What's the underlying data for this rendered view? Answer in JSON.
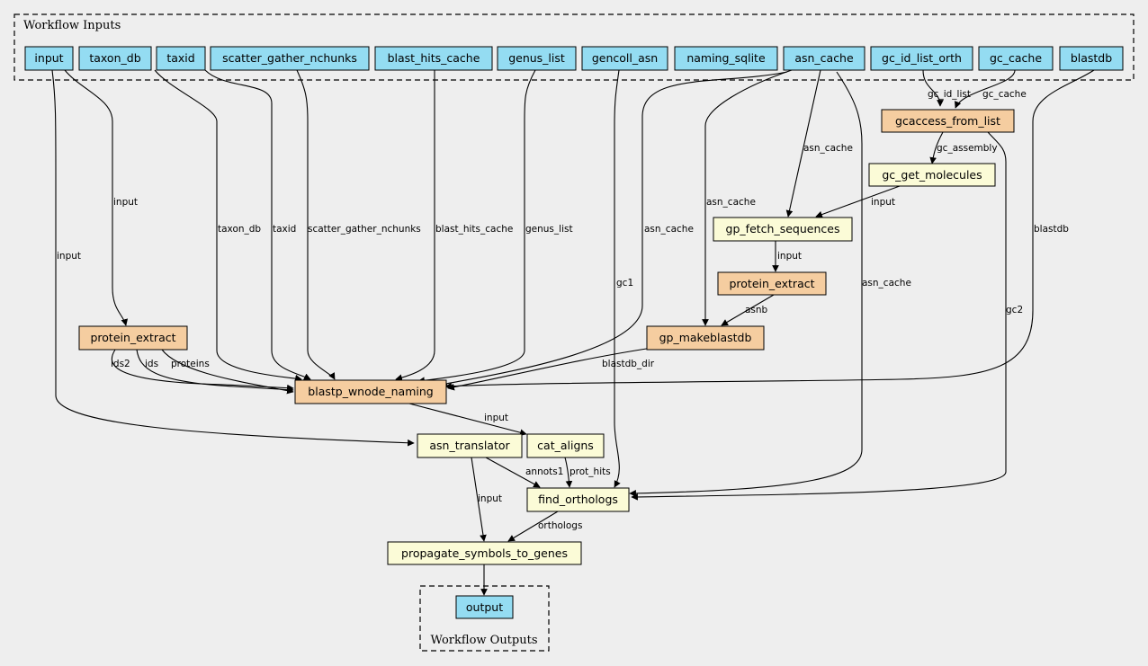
{
  "groups": {
    "inputs_title": "Workflow Inputs",
    "outputs_title": "Workflow Outputs"
  },
  "colors": {
    "input_node": "#94dcf2",
    "process_node": "#f5cda0",
    "workflow_node": "#fbfbd7",
    "background": "#eeeeee"
  },
  "nodes": {
    "input": "input",
    "taxon_db": "taxon_db",
    "taxid": "taxid",
    "scatter_gather_nchunks": "scatter_gather_nchunks",
    "blast_hits_cache": "blast_hits_cache",
    "genus_list": "genus_list",
    "gencoll_asn": "gencoll_asn",
    "naming_sqlite": "naming_sqlite",
    "asn_cache": "asn_cache",
    "gc_id_list_orth": "gc_id_list_orth",
    "gc_cache": "gc_cache",
    "blastdb": "blastdb",
    "gcaccess_from_list": "gcaccess_from_list",
    "gc_get_molecules": "gc_get_molecules",
    "gp_fetch_sequences": "gp_fetch_sequences",
    "protein_extract_1": "protein_extract",
    "protein_extract_2": "protein_extract",
    "gp_makeblastdb": "gp_makeblastdb",
    "blastp_wnode_naming": "blastp_wnode_naming",
    "asn_translator": "asn_translator",
    "cat_aligns": "cat_aligns",
    "find_orthologs": "find_orthologs",
    "propagate_symbols_to_genes": "propagate_symbols_to_genes",
    "output": "output"
  },
  "edge_labels": {
    "gc_id_list": "gc_id_list",
    "gc_cache": "gc_cache",
    "gc_assembly": "gc_assembly",
    "asn_cache_fetch": "asn_cache",
    "input_fetch": "input",
    "input_pe": "input",
    "asn_cache_mkdb": "asn_cache",
    "taxon_db": "taxon_db",
    "taxid": "taxid",
    "scatter_gather_nchunks": "scatter_gather_nchunks",
    "blast_hits_cache": "blast_hits_cache",
    "genus_list": "genus_list",
    "asn_cache_bp": "asn_cache",
    "blastdb": "blastdb",
    "input_translator": "input",
    "gc1": "gc1",
    "asn_cache_fo": "asn_cache",
    "gc2": "gc2",
    "input_pe2": "input",
    "asnb": "asnb",
    "lds2": "lds2",
    "ids": "ids",
    "proteins": "proteins",
    "blastdb_dir": "blastdb_dir",
    "input_cat": "input",
    "annots1": "annots1",
    "prot_hits": "prot_hits",
    "input_prop": "input",
    "orthologs": "orthologs"
  }
}
